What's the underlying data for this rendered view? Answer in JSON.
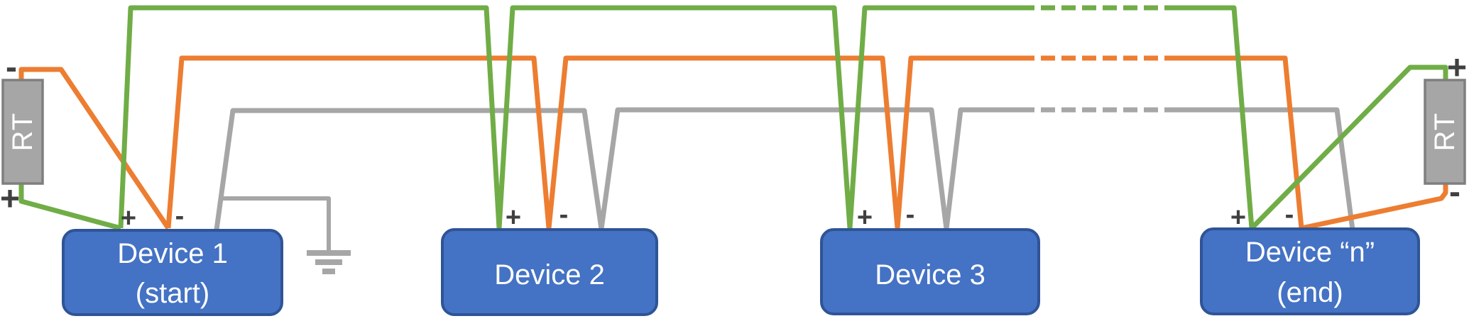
{
  "colors": {
    "wire_plus_green": "#70AD47",
    "wire_minus_orange": "#ED7D31",
    "wire_ground_gray": "#A6A6A6",
    "device_fill": "#4472C4",
    "device_border": "#2F5496",
    "device_text": "#FFFFFF",
    "terminator_fill": "#A6A6A6",
    "terminator_border": "#7F7F7F",
    "terminator_text": "#FFFFFF",
    "sign_text": "#404040"
  },
  "signs": {
    "plus": "+",
    "minus": "-"
  },
  "terminators": {
    "left": {
      "label": "RT",
      "top_sign": "-",
      "bottom_sign": "+"
    },
    "right": {
      "label": "RT",
      "top_sign": "+",
      "bottom_sign": "-"
    }
  },
  "devices": [
    {
      "id": "device-1",
      "lines": [
        "Device 1",
        "(start)"
      ]
    },
    {
      "id": "device-2",
      "lines": [
        "Device 2"
      ]
    },
    {
      "id": "device-3",
      "lines": [
        "Device 3"
      ]
    },
    {
      "id": "device-n",
      "lines": [
        "Device “n”",
        "(end)"
      ]
    }
  ]
}
